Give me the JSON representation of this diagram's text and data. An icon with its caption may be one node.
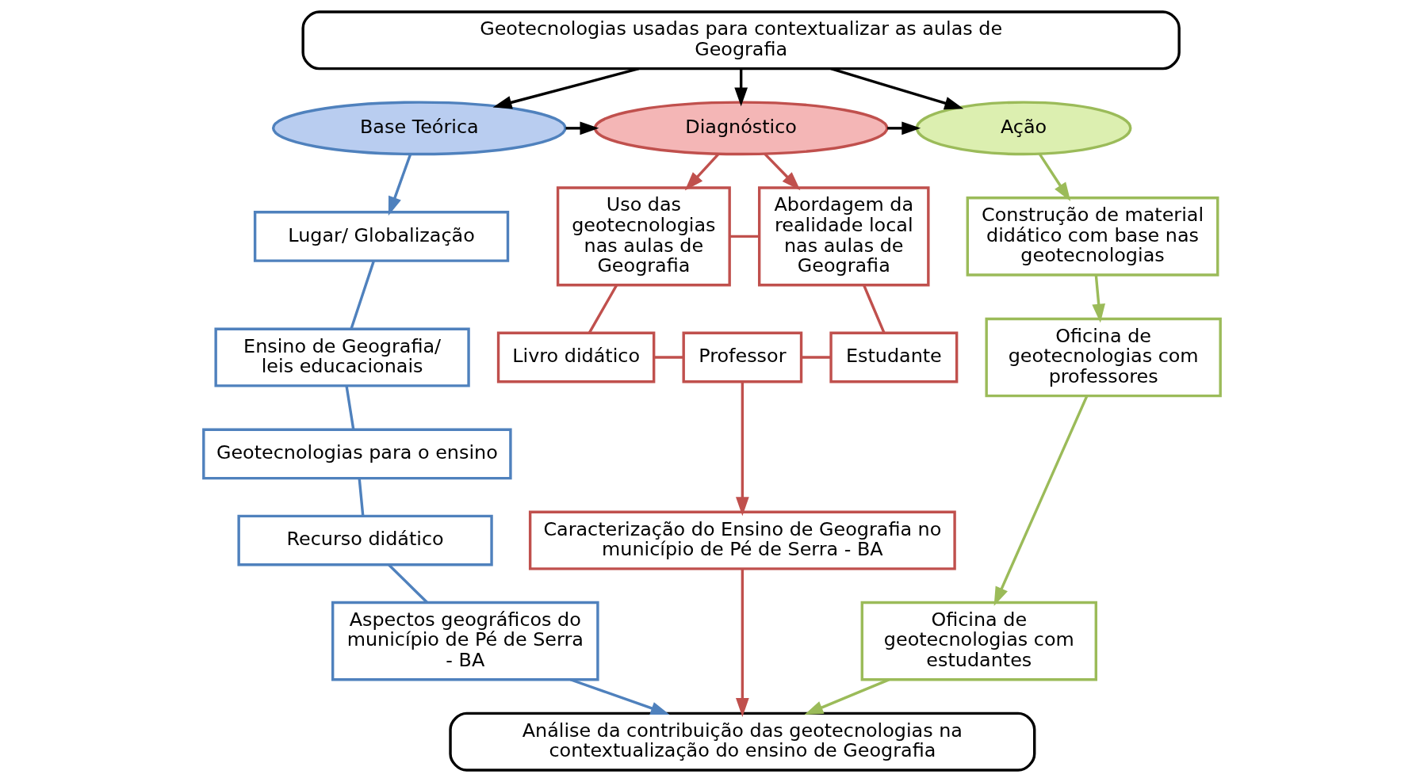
{
  "diagram": {
    "nodes": [
      {
        "text": [
          "Geotecnologias usadas para contextualizar as aulas de Geografia"
        ]
      },
      {
        "text": [
          "Base Teórica"
        ]
      },
      {
        "text": [
          "Diagnóstico"
        ]
      },
      {
        "text": [
          "Ação"
        ]
      },
      {
        "text": [
          "Lugar/ Globalização"
        ]
      },
      {
        "text": [
          "Ensino de Geografia/ leis educacionais"
        ]
      },
      {
        "text": [
          "Geotecnologias para o ensino"
        ]
      },
      {
        "text": [
          "Recurso didático"
        ]
      },
      {
        "text": [
          "Aspectos geográficos do município de Pé de Serra - BA"
        ]
      },
      {
        "text": [
          "Uso das geotecnologias nas aulas de Geografia"
        ]
      },
      {
        "text": [
          "Abordagem da realidade local nas aulas de Geografia"
        ]
      },
      {
        "text": [
          "Livro didático"
        ]
      },
      {
        "text": [
          "Professor"
        ]
      },
      {
        "text": [
          "Estudante"
        ]
      },
      {
        "text": [
          "Caracterização do Ensino de Geografia no município de Pé de Serra - BA"
        ]
      },
      {
        "text": [
          "Construção de material didático com base nas geotecnologias"
        ]
      },
      {
        "text": [
          "Oficina de geotecnologias com professores"
        ]
      },
      {
        "text": [
          "Oficina de geotecnologias com estudantes"
        ]
      },
      {
        "text": [
          "Análise da contribuição das geotecnologias na contextualização do ensino de Geografia"
        ]
      }
    ],
    "edges": [
      {
        "from": 0,
        "to": 1,
        "arrow": "to",
        "color": "#000000"
      },
      {
        "from": 0,
        "to": 2,
        "arrow": "to",
        "color": "#000000"
      },
      {
        "from": 0,
        "to": 3,
        "arrow": "to",
        "color": "#000000"
      },
      {
        "from": 1,
        "to": 2,
        "arrow": "to",
        "color": "#000000"
      },
      {
        "from": 2,
        "to": 3,
        "arrow": "to",
        "color": "#000000"
      },
      {
        "from": 1,
        "to": 4,
        "arrow": "to",
        "color": "#4f81bd"
      },
      {
        "from": 4,
        "to": 5,
        "arrow": "none",
        "color": "#4f81bd"
      },
      {
        "from": 5,
        "to": 6,
        "arrow": "none",
        "color": "#4f81bd"
      },
      {
        "from": 6,
        "to": 7,
        "arrow": "none",
        "color": "#4f81bd"
      },
      {
        "from": 7,
        "to": 8,
        "arrow": "none",
        "color": "#4f81bd"
      },
      {
        "from": 8,
        "to": 18,
        "arrow": "to",
        "color": "#4f81bd"
      },
      {
        "from": 2,
        "to": 9,
        "arrow": "to"
      },
      {
        "from": 2,
        "to": 10,
        "arrow": "to"
      },
      {
        "from": 9,
        "to": 10,
        "arrow": "none"
      },
      {
        "from": 9,
        "to": 11,
        "arrow": "none"
      },
      {
        "from": 10,
        "to": 13,
        "arrow": "none"
      },
      {
        "from": 11,
        "to": 12,
        "arrow": "none"
      },
      {
        "from": 12,
        "to": 13,
        "arrow": "none"
      },
      {
        "from": 12,
        "to": 14,
        "arrow": "to"
      },
      {
        "from": 14,
        "to": 18,
        "arrow": "to"
      },
      {
        "from": 3,
        "to": 15,
        "arrow": "to",
        "color": "#9bbb59"
      },
      {
        "from": 15,
        "to": 16,
        "arrow": "to",
        "color": "#9bbb59"
      },
      {
        "from": 16,
        "to": 17,
        "arrow": "to",
        "color": "#9bbb59"
      },
      {
        "from": 17,
        "to": 18,
        "arrow": "to",
        "color": "#9bbb59"
      }
    ]
  }
}
